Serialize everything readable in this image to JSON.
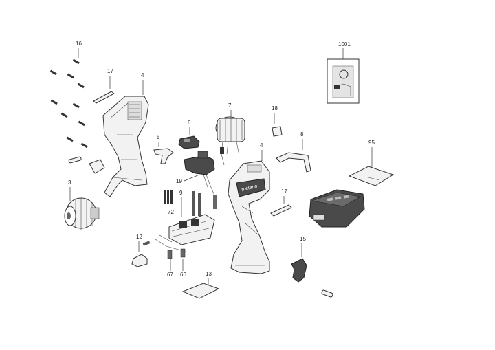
{
  "callouts": {
    "c16": "16",
    "c17a": "17",
    "c4a": "4",
    "c3": "3",
    "c5": "5",
    "c6": "6",
    "c7": "7",
    "c19": "19",
    "c72": "72",
    "c9": "9",
    "c12": "12",
    "c67": "67",
    "c66": "66",
    "c18": "18",
    "c4b": "4",
    "c17b": "17",
    "c8": "8",
    "c95": "95",
    "c15": "15",
    "c13": "13",
    "c1001": "1001"
  },
  "brand": {
    "housing_logo": "metabo"
  }
}
